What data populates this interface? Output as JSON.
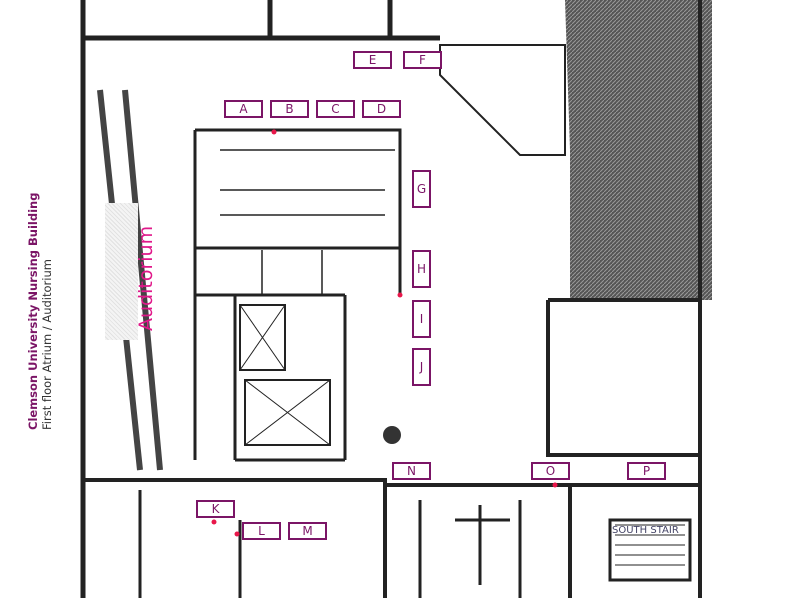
{
  "title": {
    "line1": "Clemson University Nursing Building",
    "line2": "First floor Atrium / Auditorium"
  },
  "auditorium_label": "Auditorium",
  "stair_label": "SOUTH STAIR",
  "labels": [
    "A",
    "B",
    "C",
    "D",
    "E",
    "F",
    "G",
    "H",
    "I",
    "J",
    "K",
    "L",
    "M",
    "N",
    "O",
    "P"
  ],
  "colors": {
    "accent": "#7b1566",
    "auditorium": "#e0198a",
    "marker": "#e8174a"
  }
}
